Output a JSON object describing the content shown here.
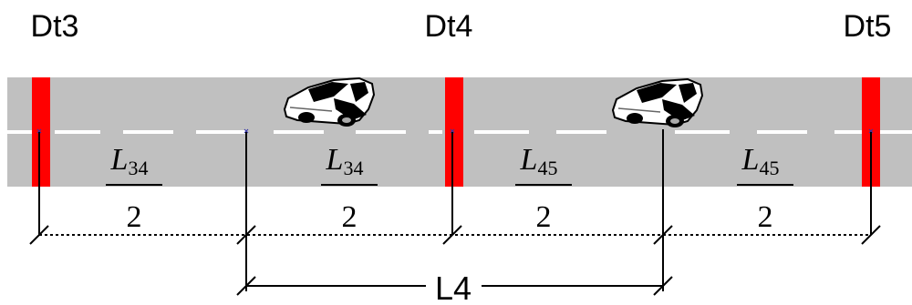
{
  "detectors": [
    {
      "id": "dt3",
      "label": "Dt3"
    },
    {
      "id": "dt4",
      "label": "Dt4"
    },
    {
      "id": "dt5",
      "label": "Dt5"
    }
  ],
  "fractions": [
    {
      "id": "f1",
      "numerator": "L",
      "subscript": "34",
      "denominator": "2"
    },
    {
      "id": "f2",
      "numerator": "L",
      "subscript": "34",
      "denominator": "2"
    },
    {
      "id": "f3",
      "numerator": "L",
      "subscript": "45",
      "denominator": "2"
    },
    {
      "id": "f4",
      "numerator": "L",
      "subscript": "45",
      "denominator": "2"
    }
  ],
  "segment_label": "L4",
  "colors": {
    "road": "#c0c0c0",
    "lane_marking": "#ffffff",
    "detector": "#ff0000",
    "line": "#000000"
  }
}
